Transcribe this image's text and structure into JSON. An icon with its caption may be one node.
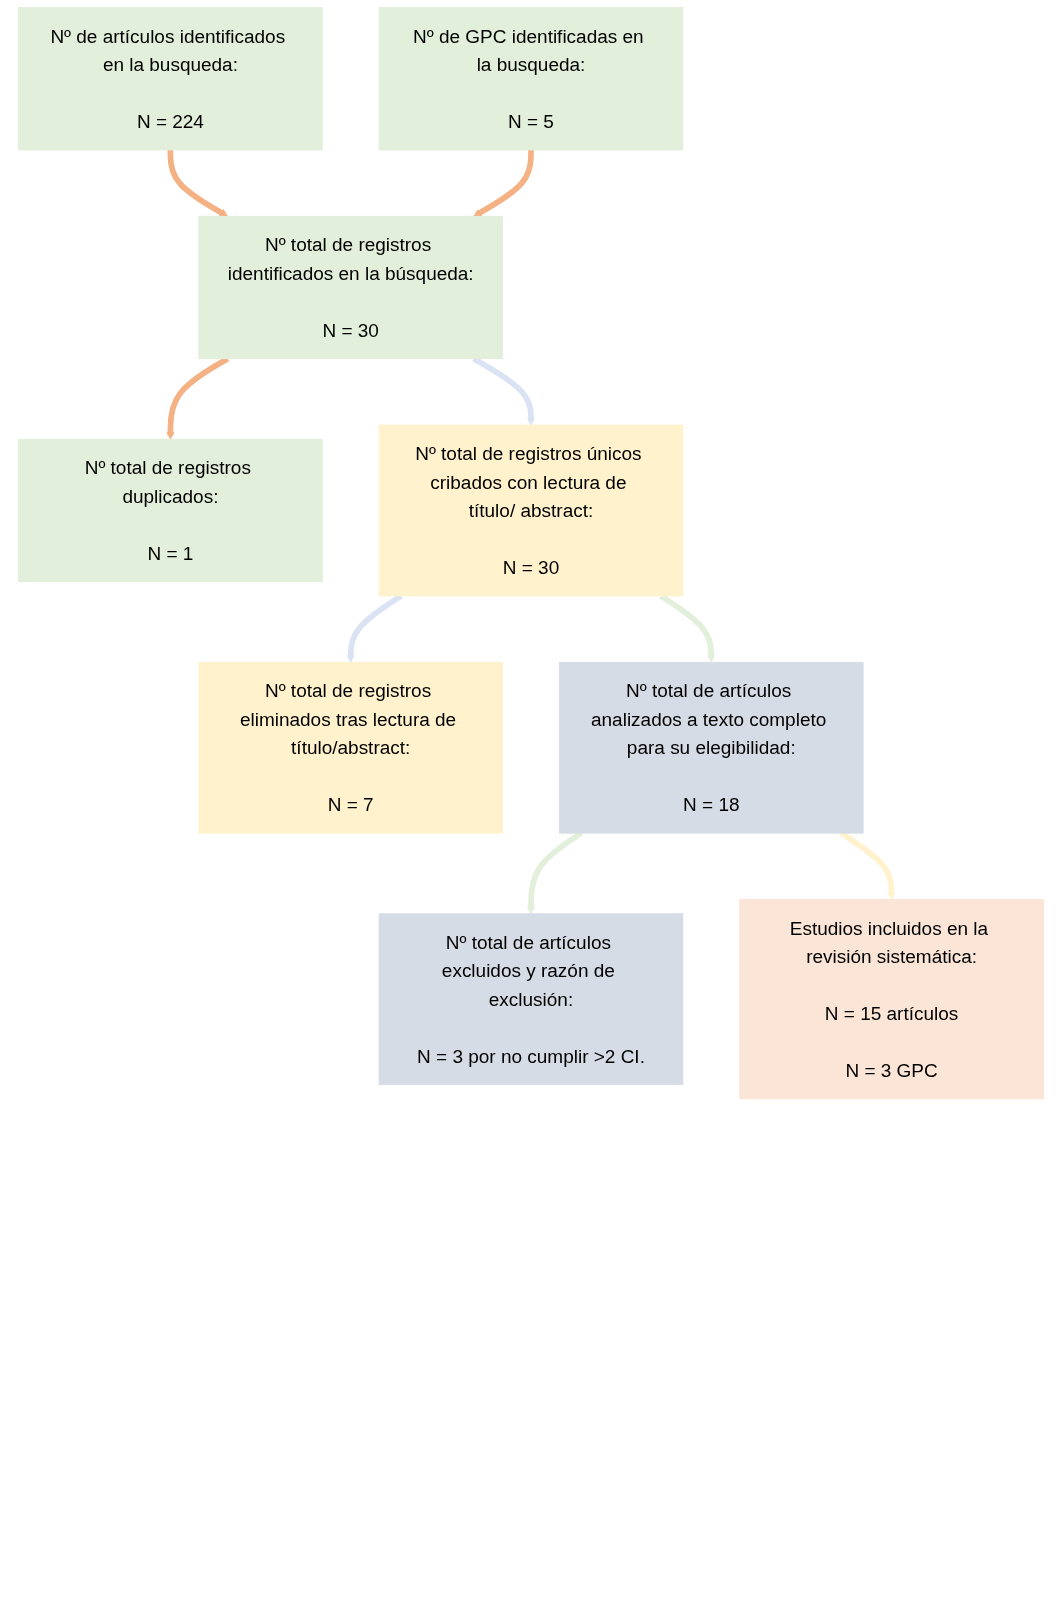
{
  "diagram": {
    "nodes": [
      {
        "text": [
          "Nº de artículos identificados en la busqueda:",
          "N = 224"
        ]
      },
      {
        "text": [
          "Nº de GPC identificadas en la busqueda:",
          "N = 5"
        ]
      },
      {
        "text": [
          "Nº total de registros identificados en la búsqueda:",
          "N = 30"
        ]
      },
      {
        "text": [
          "Nº total de registros duplicados:",
          "N = 1"
        ]
      },
      {
        "text": [
          "Nº total de registros únicos cribados con lectura de título/ abstract:",
          "N = 30"
        ]
      },
      {
        "text": [
          "Nº total de registros eliminados tras lectura de título/abstract:",
          "N = 7"
        ]
      },
      {
        "text": [
          "Nº total de artículos analizados a texto completo para su elegibilidad:",
          "N = 18"
        ]
      },
      {
        "text": [
          "Nº total de artículos excluidos y razón de exclusión:",
          "N = 3 por no cumplir >2 CI."
        ]
      },
      {
        "text": [
          "Estudios incluidos en la revisión sistemática:",
          "N = 15 artículos",
          "N = 3 GPC"
        ]
      }
    ],
    "edges": [
      {
        "from": 0,
        "to": 2,
        "arrow": "to"
      },
      {
        "from": 1,
        "to": 2,
        "arrow": "to"
      },
      {
        "from": 2,
        "to": 3,
        "arrow": "to"
      },
      {
        "from": 2,
        "to": 4,
        "arrow": "to",
        "color": "#dae3f3"
      },
      {
        "from": 4,
        "to": 5,
        "arrow": "to",
        "color": "#dae3f3"
      },
      {
        "from": 4,
        "to": 6,
        "arrow": "to",
        "color": "#e2efda"
      },
      {
        "from": 6,
        "to": 7,
        "arrow": "to",
        "color": "#e2efda"
      },
      {
        "from": 6,
        "to": 8,
        "arrow": "to",
        "color": "#fff2cc"
      }
    ]
  }
}
